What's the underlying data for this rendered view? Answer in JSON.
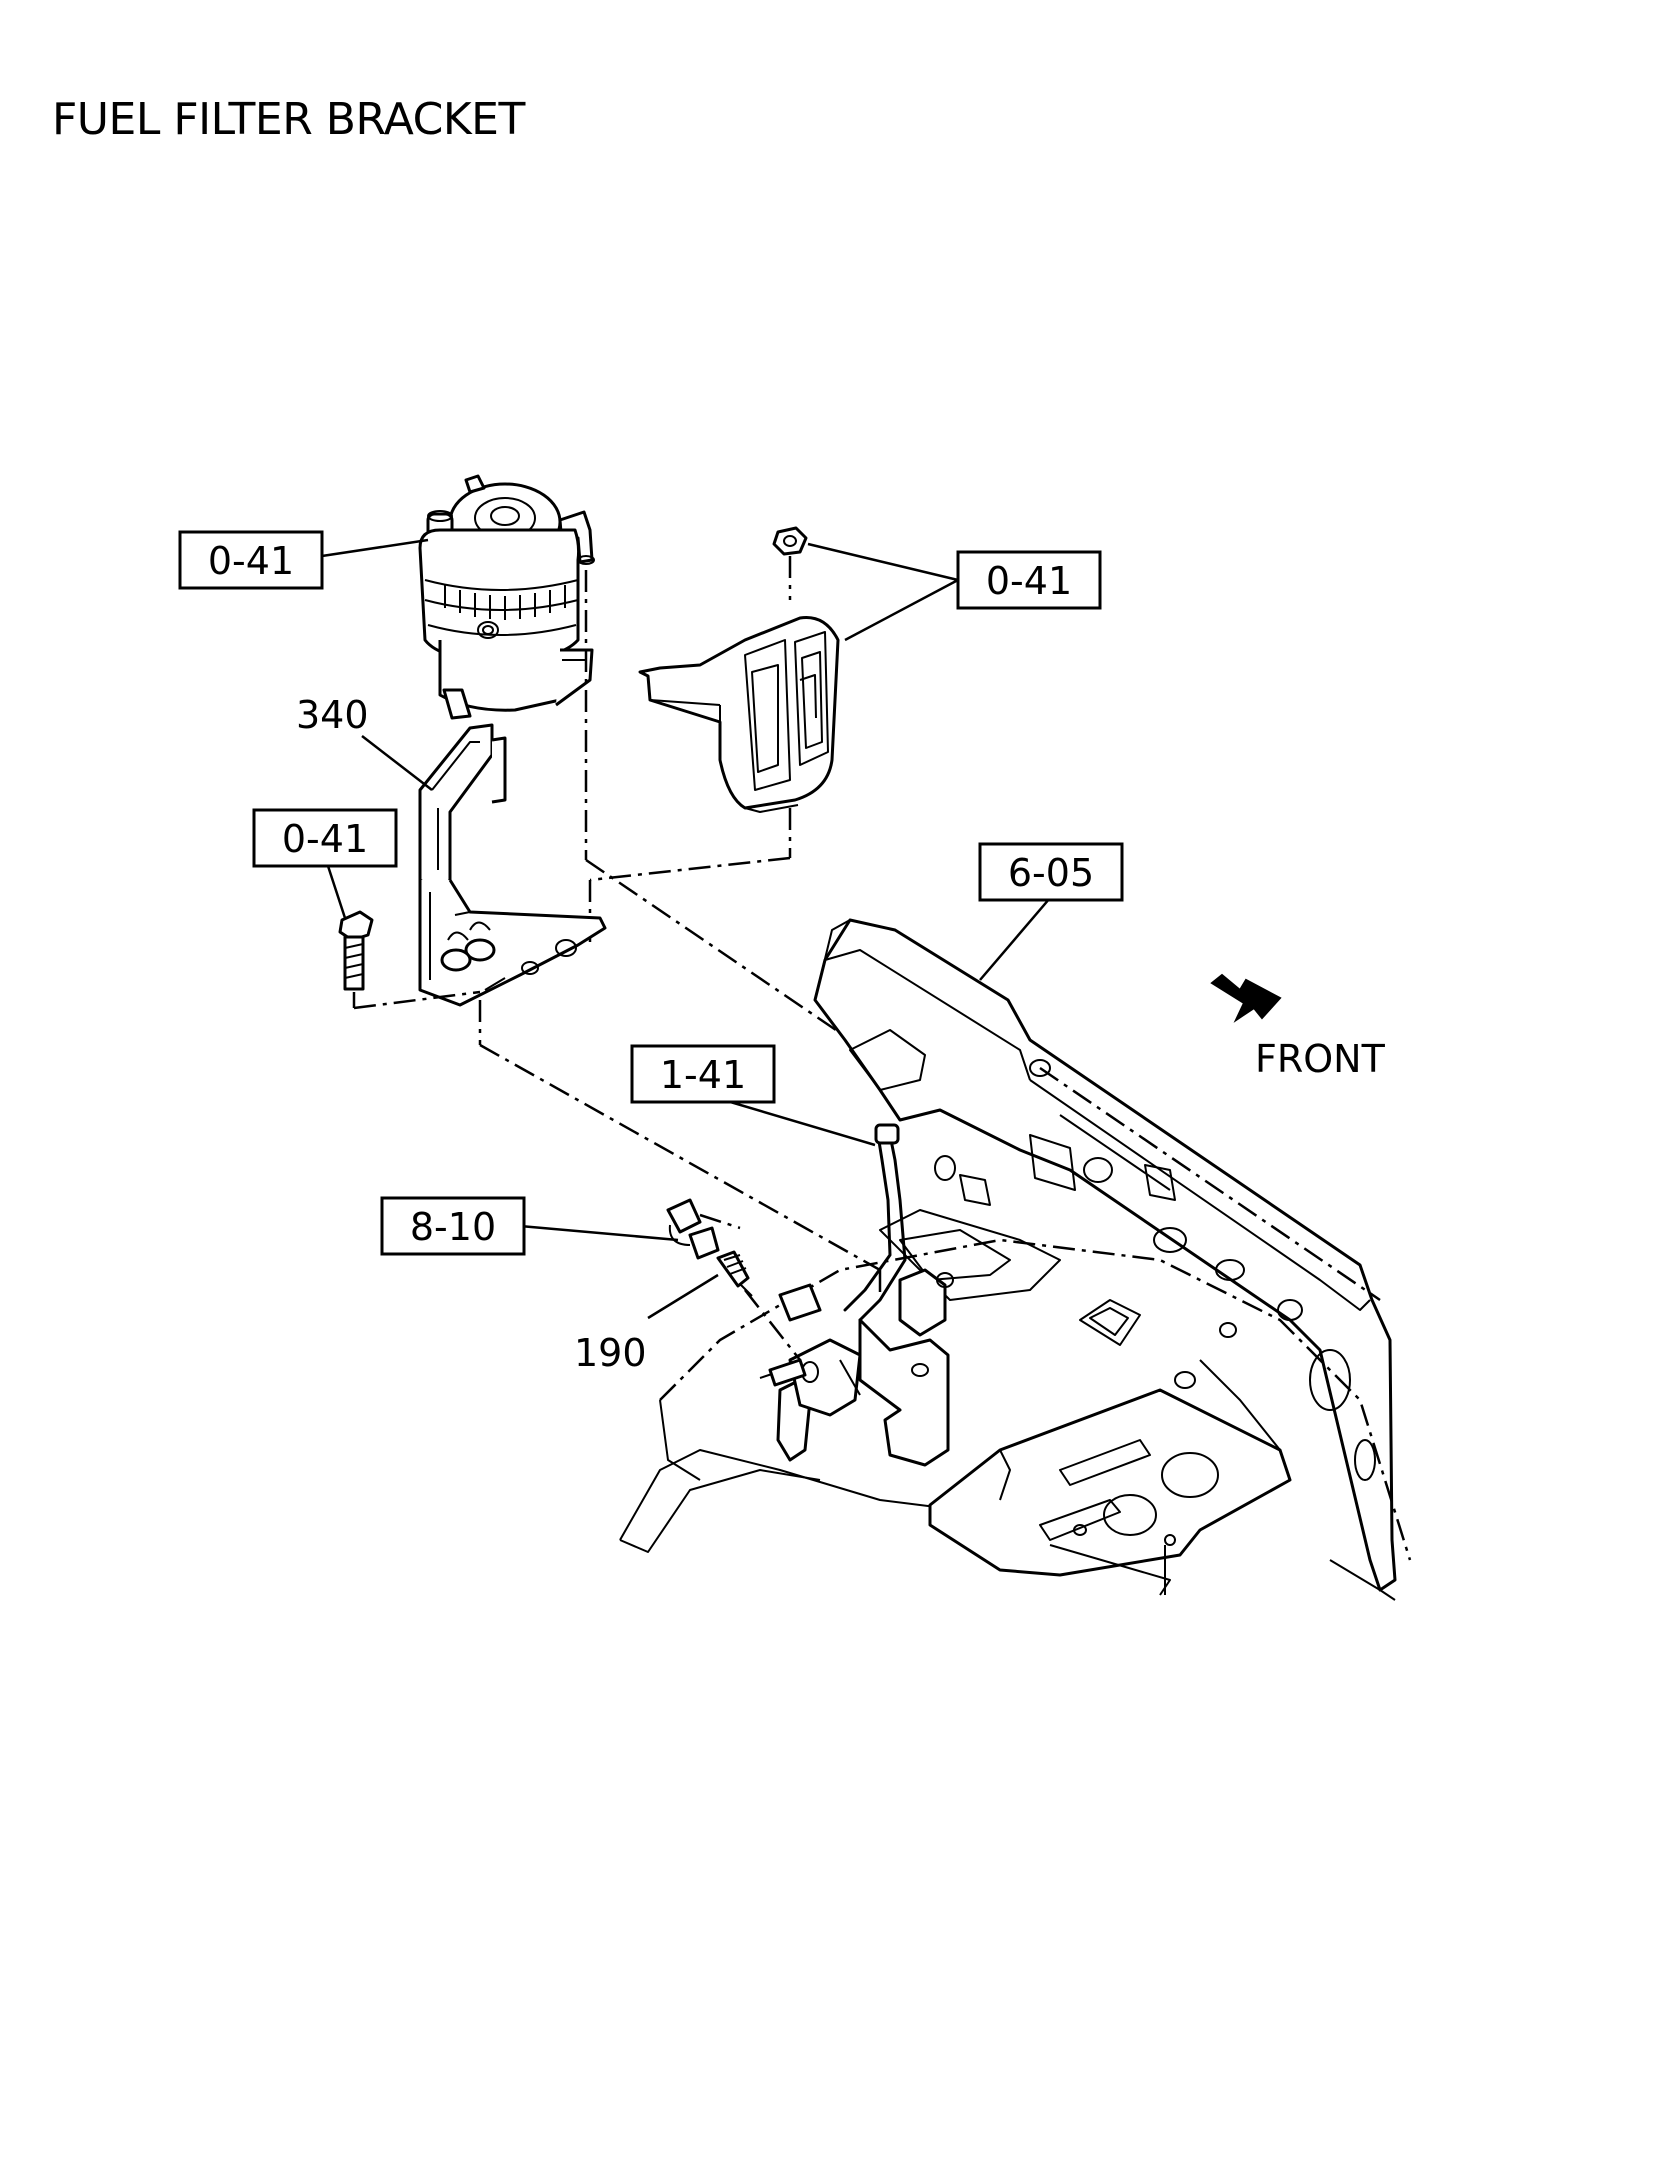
{
  "title": "FUEL FILTER BRACKET",
  "callouts": {
    "filter_ref": "0-41",
    "cover_ref": "0-41",
    "bolt_ref": "0-41",
    "bracket_part": "340",
    "frame_ref": "6-05",
    "pipe_ref": "1-41",
    "harness_ref": "8-10",
    "sensor_part": "190"
  },
  "front_label": "FRONT"
}
